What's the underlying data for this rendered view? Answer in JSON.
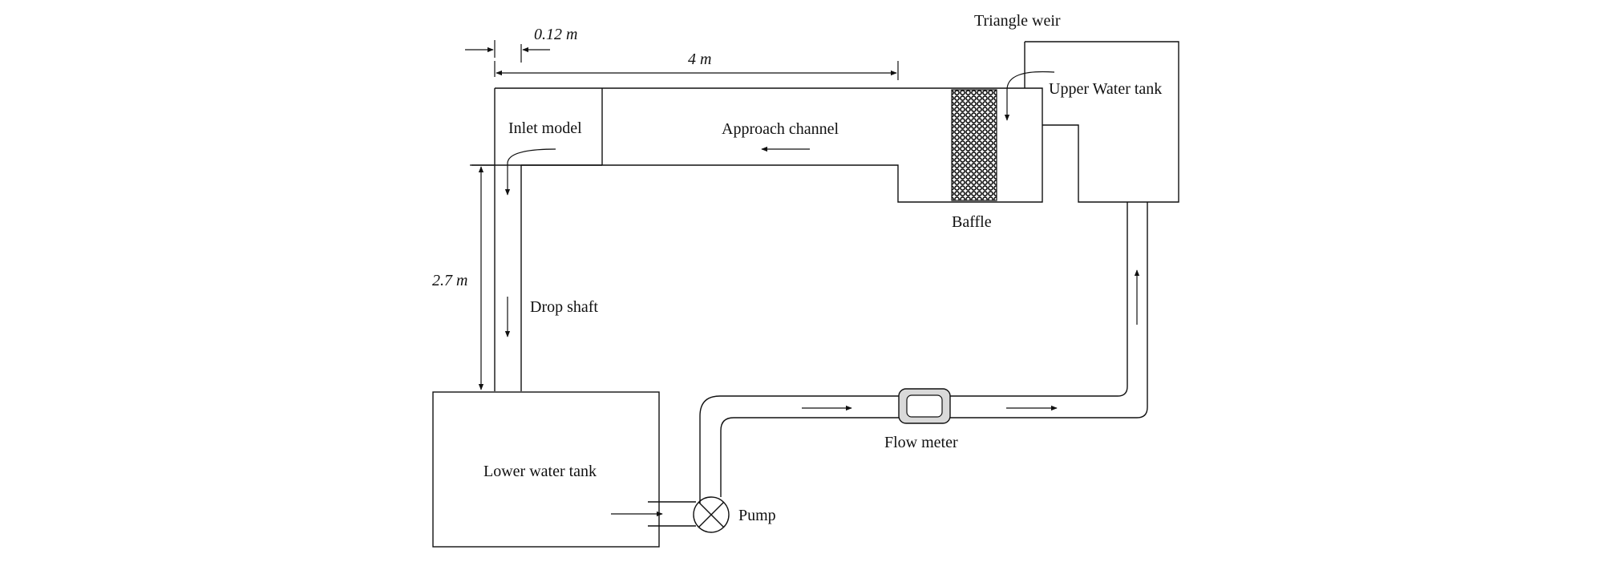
{
  "labels": {
    "triangle_weir": "Triangle weir",
    "upper_tank": "Upper Water tank",
    "inlet_model": "Inlet model",
    "approach_channel": "Approach channel",
    "baffle": "Baffle",
    "drop_shaft": "Drop shaft",
    "lower_tank": "Lower water tank",
    "pump": "Pump",
    "flow_meter": "Flow meter"
  },
  "dimensions": {
    "inlet_width": "0.12 m",
    "channel_length": "4 m",
    "shaft_height": "2.7 m"
  },
  "colors": {
    "ink": "#111111",
    "flowmeter_fill": "#d9d9d9",
    "background": "#ffffff"
  }
}
